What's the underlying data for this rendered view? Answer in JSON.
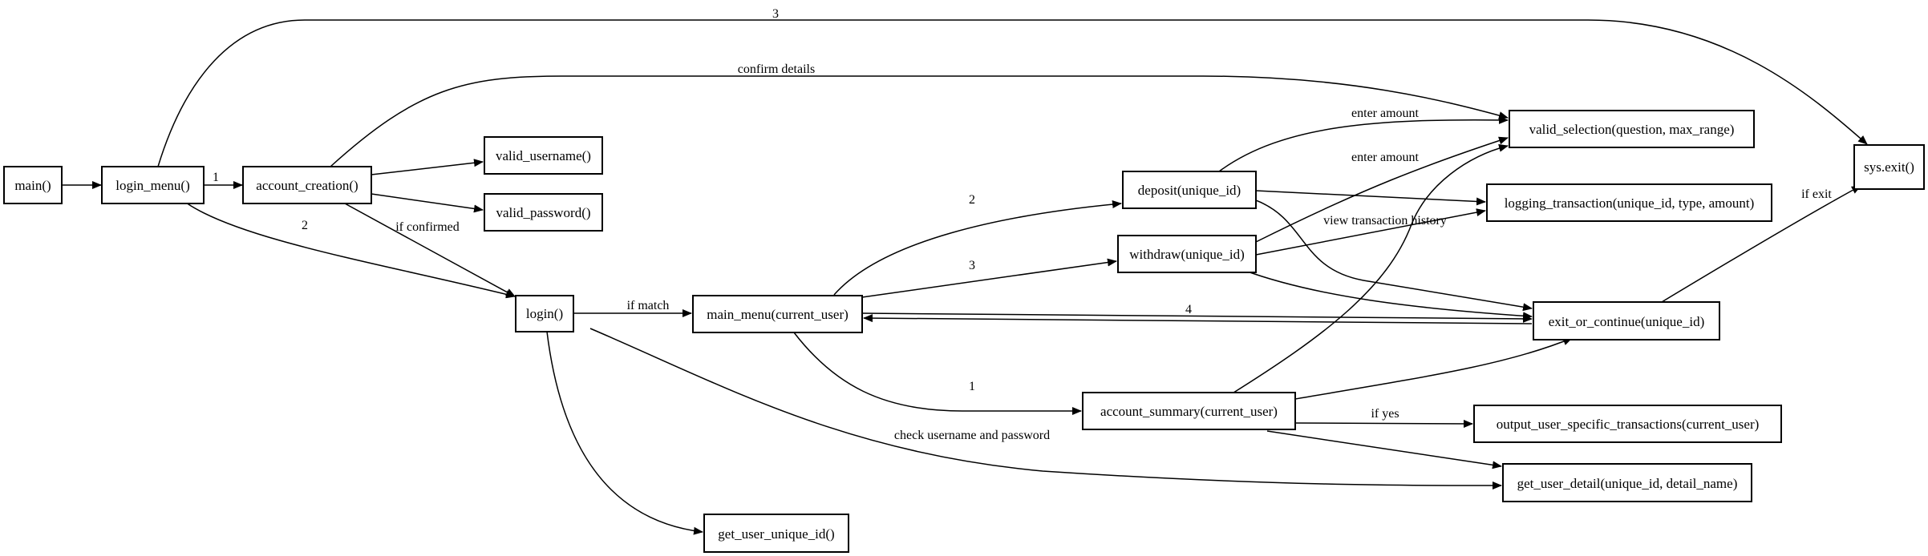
{
  "nodes": [
    {
      "id": "main",
      "label": "main()"
    },
    {
      "id": "login_menu",
      "label": "login_menu()"
    },
    {
      "id": "account_creation",
      "label": "account_creation()"
    },
    {
      "id": "valid_username",
      "label": "valid_username()"
    },
    {
      "id": "valid_password",
      "label": "valid_password()"
    },
    {
      "id": "login",
      "label": "login()"
    },
    {
      "id": "main_menu",
      "label": "main_menu(current_user)"
    },
    {
      "id": "deposit",
      "label": "deposit(unique_id)"
    },
    {
      "id": "withdraw",
      "label": "withdraw(unique_id)"
    },
    {
      "id": "account_summary",
      "label": "account_summary(current_user)"
    },
    {
      "id": "valid_selection",
      "label": "valid_selection(question, max_range)"
    },
    {
      "id": "logging_transaction",
      "label": "logging_transaction(unique_id, type, amount)"
    },
    {
      "id": "exit_or_continue",
      "label": "exit_or_continue(unique_id)"
    },
    {
      "id": "output_user_specific",
      "label": "output_user_specific_transactions(current_user)"
    },
    {
      "id": "get_user_detail",
      "label": "get_user_detail(unique_id, detail_name)"
    },
    {
      "id": "get_user_unique_id",
      "label": "get_user_unique_id()"
    },
    {
      "id": "sys_exit",
      "label": "sys.exit()"
    }
  ],
  "edges": [
    {
      "from": "main",
      "to": "login_menu",
      "label": ""
    },
    {
      "from": "login_menu",
      "to": "account_creation",
      "label": "1"
    },
    {
      "from": "login_menu",
      "to": "login",
      "label": "2"
    },
    {
      "from": "login_menu",
      "to": "sys_exit",
      "label": "3"
    },
    {
      "from": "account_creation",
      "to": "valid_username",
      "label": ""
    },
    {
      "from": "account_creation",
      "to": "valid_password",
      "label": ""
    },
    {
      "from": "account_creation",
      "to": "valid_selection",
      "label": "confirm details"
    },
    {
      "from": "account_creation",
      "to": "login",
      "label": "if confirmed"
    },
    {
      "from": "login",
      "to": "main_menu",
      "label": "if match"
    },
    {
      "from": "login",
      "to": "get_user_detail",
      "label": "check username and password"
    },
    {
      "from": "login",
      "to": "get_user_unique_id",
      "label": ""
    },
    {
      "from": "main_menu",
      "to": "account_summary",
      "label": "1"
    },
    {
      "from": "main_menu",
      "to": "deposit",
      "label": "2"
    },
    {
      "from": "main_menu",
      "to": "withdraw",
      "label": "3"
    },
    {
      "from": "main_menu",
      "to": "exit_or_continue",
      "label": "4"
    },
    {
      "from": "deposit",
      "to": "valid_selection",
      "label": "enter amount"
    },
    {
      "from": "deposit",
      "to": "logging_transaction",
      "label": ""
    },
    {
      "from": "deposit",
      "to": "exit_or_continue",
      "label": ""
    },
    {
      "from": "withdraw",
      "to": "valid_selection",
      "label": "enter amount"
    },
    {
      "from": "withdraw",
      "to": "logging_transaction",
      "label": "view transaction history"
    },
    {
      "from": "withdraw",
      "to": "exit_or_continue",
      "label": ""
    },
    {
      "from": "account_summary",
      "to": "valid_selection",
      "label": ""
    },
    {
      "from": "account_summary",
      "to": "exit_or_continue",
      "label": ""
    },
    {
      "from": "account_summary",
      "to": "output_user_specific",
      "label": "if yes"
    },
    {
      "from": "account_summary",
      "to": "get_user_detail",
      "label": ""
    },
    {
      "from": "exit_or_continue",
      "to": "main_menu",
      "label": ""
    },
    {
      "from": "exit_or_continue",
      "to": "sys_exit",
      "label": "if exit"
    }
  ]
}
